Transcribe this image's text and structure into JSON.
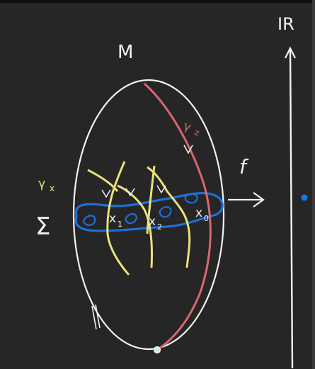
{
  "labels": {
    "manifold": "M",
    "real_line": "IR",
    "map": "f",
    "hypersurface": "Σ",
    "gamma_x": "γ",
    "gamma_x_sub": "x",
    "gamma_z": "γ",
    "gamma_z_sub": "z",
    "point_1": "x",
    "point_1_sub": "1",
    "point_2": "x",
    "point_2_sub": "2",
    "point_0": "x",
    "point_0_sub": "0"
  },
  "colors": {
    "background": "#262626",
    "chalk": "#f2f2f2",
    "curve_yellow": "#e8e27a",
    "curve_red": "#d9686f",
    "sigma_blue": "#1e6fd8",
    "point_blue": "#1a78e6"
  }
}
